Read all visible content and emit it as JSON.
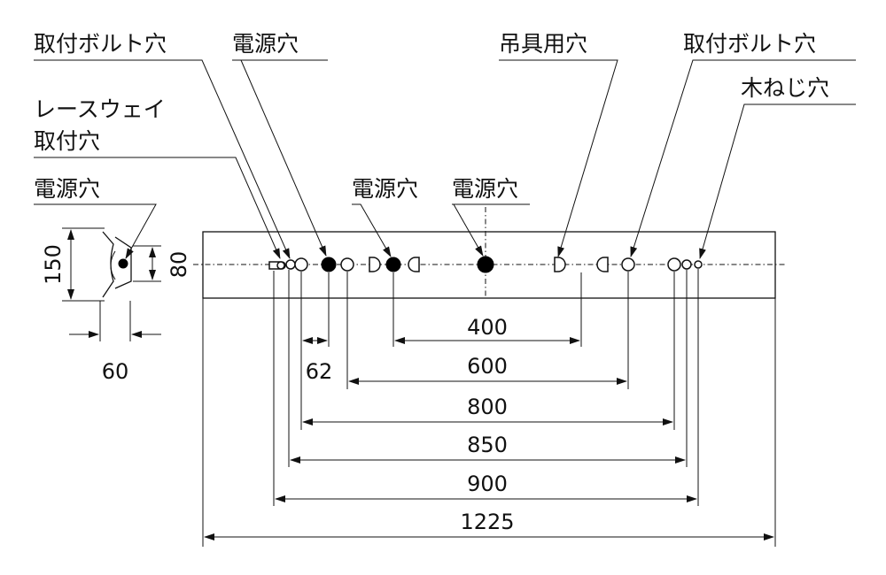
{
  "labels": {
    "mounting_bolt_hole_left": "取付ボルト穴",
    "power_hole_top": "電源穴",
    "raceway_line1": "レースウェイ",
    "raceway_line2": "取付穴",
    "power_hole_side": "電源穴",
    "power_hole_mid1": "電源穴",
    "power_hole_mid2": "電源穴",
    "hanger_hole": "吊具用穴",
    "mounting_bolt_hole_right": "取付ボルト穴",
    "wood_screw_hole": "木ねじ穴"
  },
  "side_view": {
    "height": "150",
    "inner_height": "80",
    "width": "60"
  },
  "dimensions": {
    "d62": "62",
    "d400": "400",
    "d600": "600",
    "d800": "800",
    "d850": "850",
    "d900": "900",
    "d1225": "1225"
  },
  "colors": {
    "line": "#111111",
    "power_hole_fill": "#000000",
    "background": "#ffffff"
  }
}
